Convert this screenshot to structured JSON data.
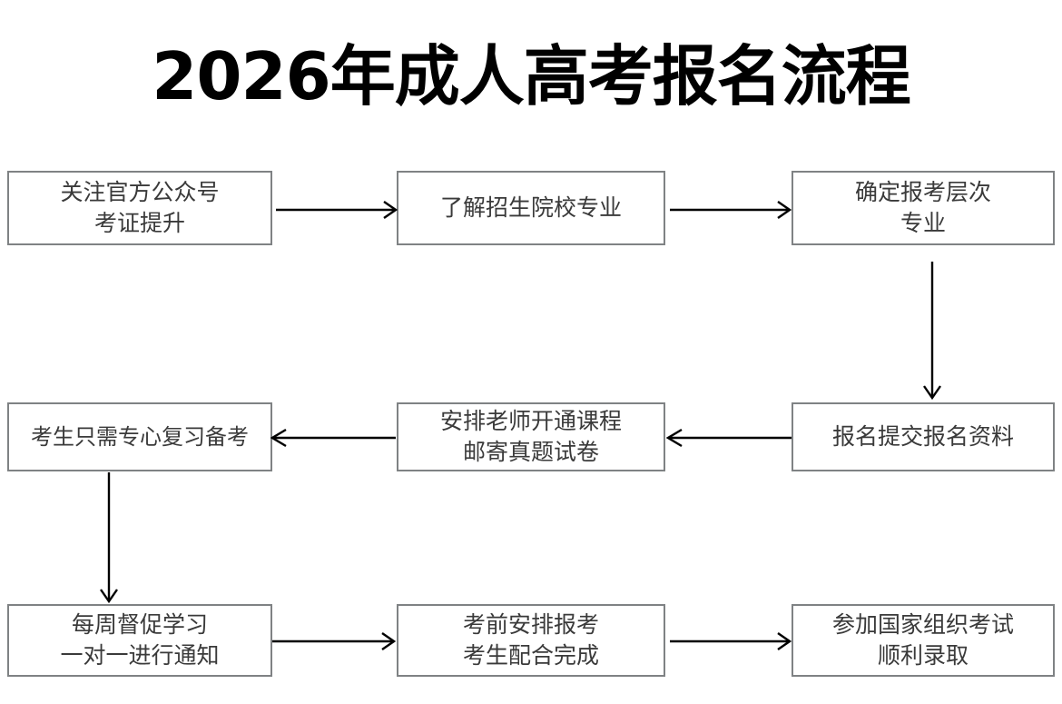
{
  "title": "2026年成人高考报名流程",
  "colors": {
    "background": "#ffffff",
    "title_text": "#000000",
    "box_border": "#7f8284",
    "box_fill": "#ffffff",
    "box_text": "#3a3a3a",
    "arrow": "#000000"
  },
  "nodes": [
    {
      "id": "node-1",
      "name": "follow-official-account",
      "lines": [
        "关注官方公众号",
        "考证提升"
      ]
    },
    {
      "id": "node-2",
      "name": "learn-schools-majors",
      "lines": [
        "了解招生院校专业"
      ]
    },
    {
      "id": "node-3",
      "name": "confirm-level-major",
      "lines": [
        "确定报考层次",
        "专业"
      ]
    },
    {
      "id": "node-4",
      "name": "focus-on-review",
      "lines": [
        "考生只需专心复习备考"
      ]
    },
    {
      "id": "node-5",
      "name": "teacher-opens-course",
      "lines": [
        "安排老师开通课程",
        "邮寄真题试卷"
      ]
    },
    {
      "id": "node-6",
      "name": "submit-application-materials",
      "lines": [
        "报名提交报名资料"
      ]
    },
    {
      "id": "node-7",
      "name": "weekly-study-supervision",
      "lines": [
        "每周督促学习",
        "一对一进行通知"
      ]
    },
    {
      "id": "node-8",
      "name": "pre-exam-registration",
      "lines": [
        "考前安排报考",
        "考生配合完成"
      ]
    },
    {
      "id": "node-9",
      "name": "take-national-exam",
      "lines": [
        "参加国家组织考试",
        "顺利录取"
      ]
    }
  ],
  "connectors": [
    {
      "name": "arrow-node1-to-node2",
      "direction": "right"
    },
    {
      "name": "arrow-node2-to-node3",
      "direction": "right"
    },
    {
      "name": "arrow-node3-to-node6",
      "direction": "down"
    },
    {
      "name": "arrow-node6-to-node5",
      "direction": "left"
    },
    {
      "name": "arrow-node5-to-node4",
      "direction": "left"
    },
    {
      "name": "arrow-node4-to-node7",
      "direction": "down"
    },
    {
      "name": "arrow-node7-to-node8",
      "direction": "right"
    },
    {
      "name": "arrow-node8-to-node9",
      "direction": "right"
    }
  ]
}
